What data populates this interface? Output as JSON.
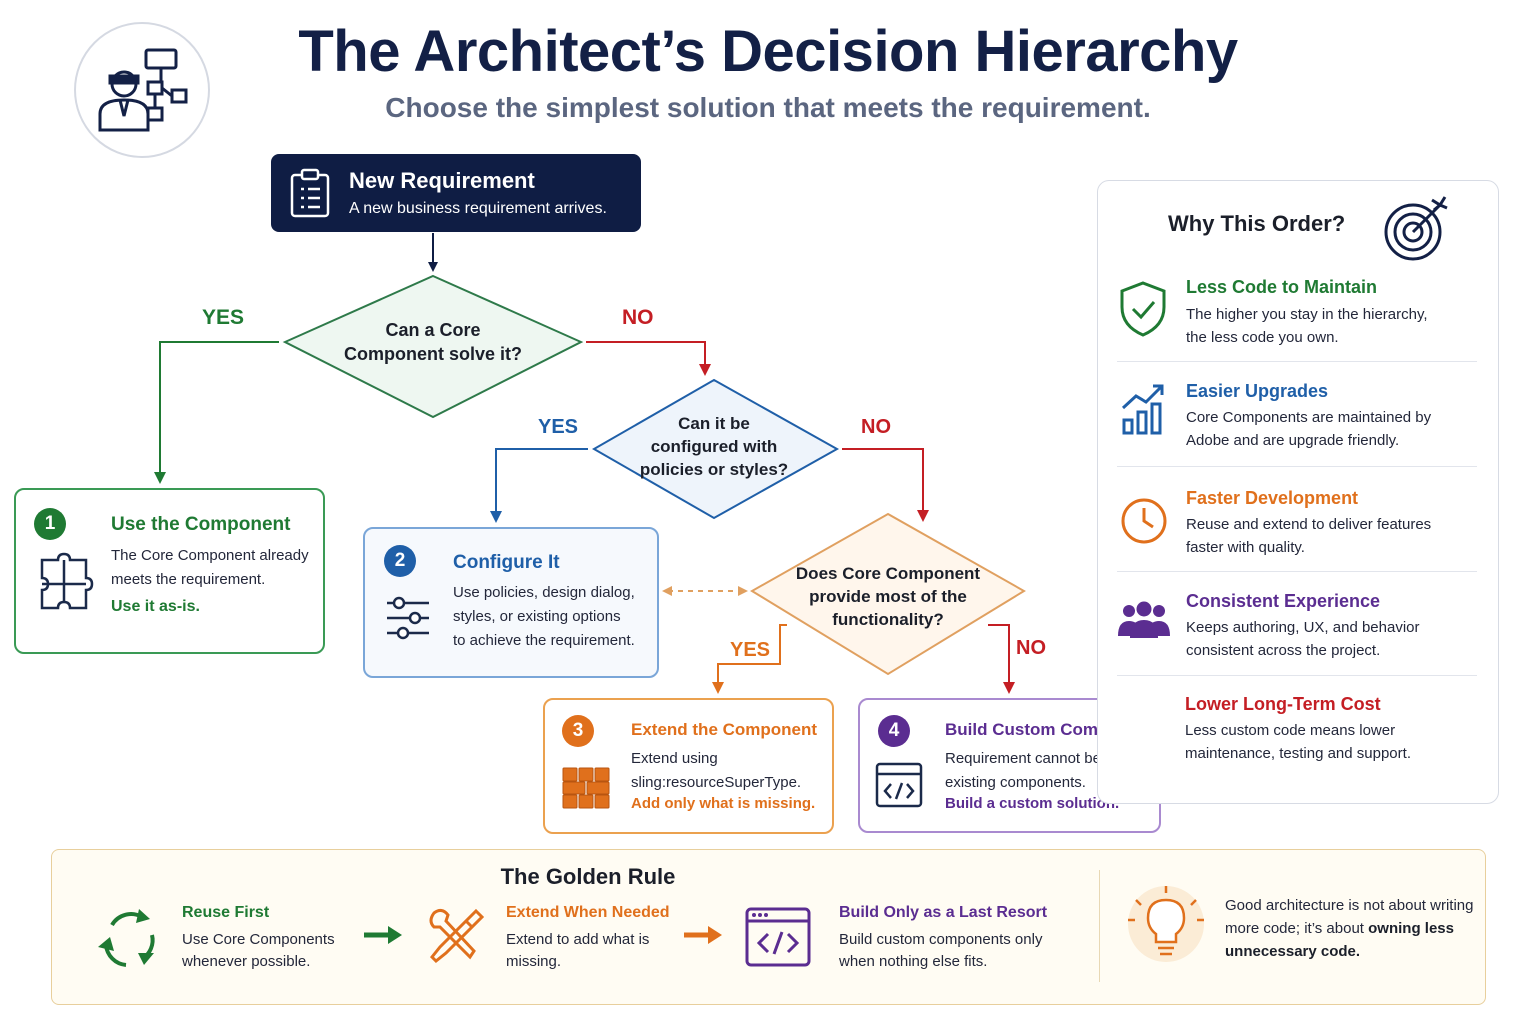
{
  "header": {
    "title": "The Architect’s Decision Hierarchy",
    "subtitle": "Choose the simplest solution that meets the requirement."
  },
  "start": {
    "title": "New Requirement",
    "desc": "A new business requirement arrives."
  },
  "decisions": {
    "d1": {
      "line1": "Can a Core",
      "line2": "Component solve it?"
    },
    "d2": {
      "line1": "Can it be",
      "line2": "configured with",
      "line3": "policies or styles?"
    },
    "d3": {
      "line1": "Does Core Component",
      "line2": "provide most of the",
      "line3": "functionality?"
    }
  },
  "edge_labels": {
    "yes": "YES",
    "no": "NO"
  },
  "options": [
    {
      "num": "1",
      "title": "Use the Component",
      "desc1": "The Core Component already",
      "desc2": "meets the requirement.",
      "emphasis": "Use it as-is."
    },
    {
      "num": "2",
      "title": "Configure It",
      "desc1": "Use policies, design dialog,",
      "desc2": "styles, or existing options",
      "desc3": "to achieve the requirement."
    },
    {
      "num": "3",
      "title": "Extend the Component",
      "desc1": "Extend using",
      "desc2": "sling:resourceSuperType.",
      "emphasis": "Add only what is missing."
    },
    {
      "num": "4",
      "title": "Build Custom Component",
      "desc1": "Requirement cannot be met by",
      "desc2": "existing components.",
      "emphasis": "Build a custom solution."
    }
  ],
  "why": {
    "title": "Why This Order?",
    "items": [
      {
        "title": "Less Code to Maintain",
        "desc1": "The higher you stay in the hierarchy,",
        "desc2": "the less code you own."
      },
      {
        "title": "Easier Upgrades",
        "desc1": "Core Components are maintained by",
        "desc2": "Adobe and are upgrade friendly."
      },
      {
        "title": "Faster Development",
        "desc1": "Reuse and extend to deliver features",
        "desc2": "faster with quality."
      },
      {
        "title": "Consistent Experience",
        "desc1": "Keeps authoring, UX, and behavior",
        "desc2": "consistent across the project."
      },
      {
        "title": "Lower Long-Term Cost",
        "desc1": "Less custom code means lower",
        "desc2": "maintenance, testing and support."
      }
    ]
  },
  "golden": {
    "title": "The Golden Rule",
    "steps": [
      {
        "title": "Reuse First",
        "desc1": "Use Core Components",
        "desc2": "whenever possible."
      },
      {
        "title": "Extend When Needed",
        "desc1": "Extend to add what is",
        "desc2": "missing."
      },
      {
        "title": "Build Only as a Last Resort",
        "desc1": "Build custom components only",
        "desc2": "when nothing else fits."
      }
    ],
    "quote_part1": "Good architecture is not about writing more code; it’s about ",
    "quote_bold": "owning less unnecessary code."
  },
  "colors": {
    "navy": "#0f1d44",
    "green": "#1f7a33",
    "blue": "#1f5fa8",
    "orange": "#e0701c",
    "purple": "#5b2d91",
    "red": "#c41e24",
    "gold_border": "#e8cf9c"
  }
}
